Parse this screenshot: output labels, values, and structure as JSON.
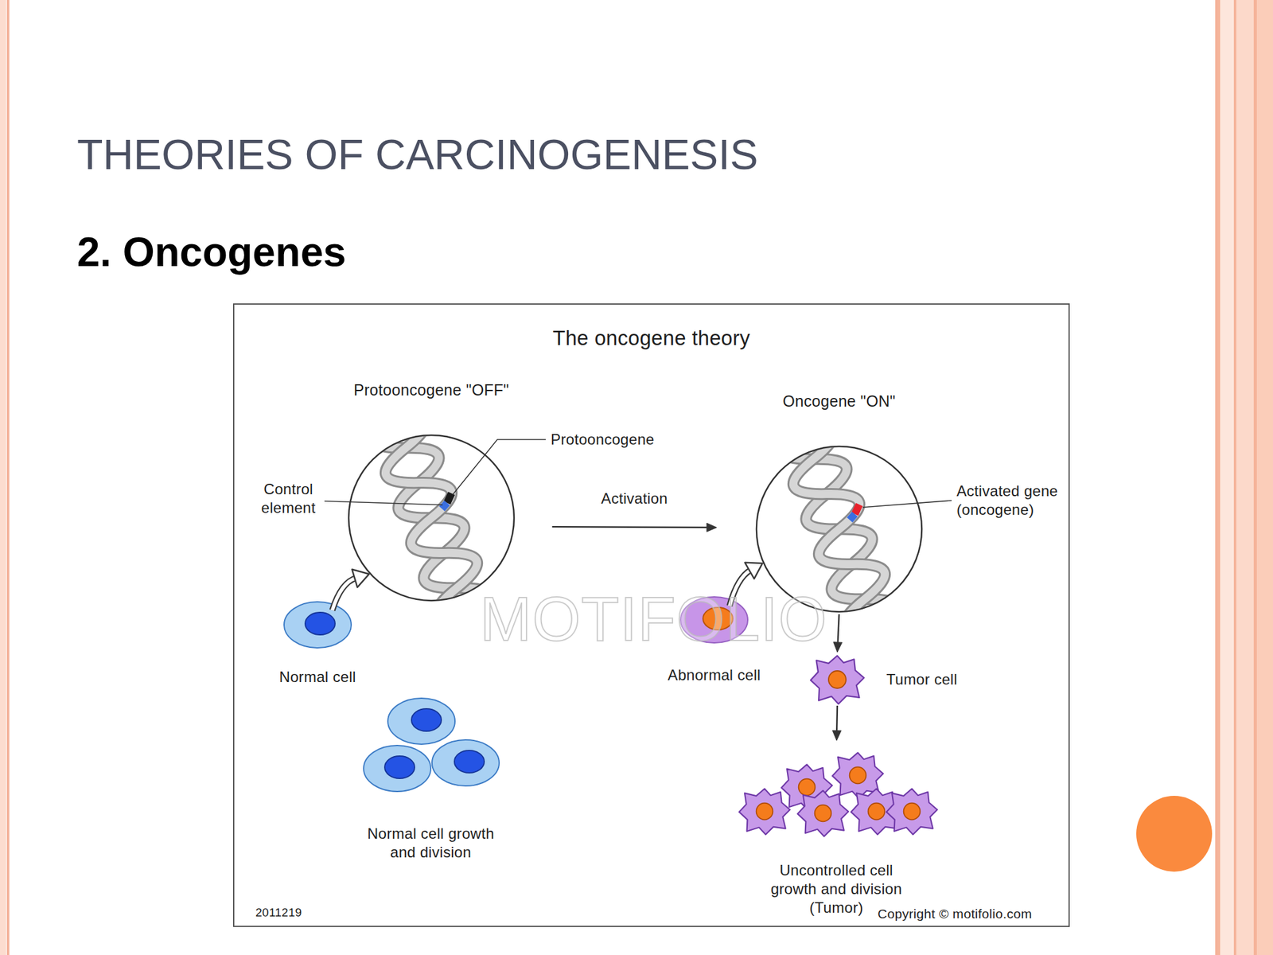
{
  "diagram": {
    "title": "THEORIES OF CARCINOGENESIS",
    "nodes": [
      {
        "text": [
          "The oncogene theory"
        ]
      },
      {
        "text": [
          "Protooncogene \"OFF\""
        ],
        "in": 0
      },
      {
        "text": [
          "Oncogene \"ON\""
        ],
        "in": 0
      },
      {
        "text": [
          "Normal cell"
        ],
        "in": 0
      },
      {
        "text": [
          "Normal cell growth and division"
        ],
        "in": 0
      },
      {
        "text": [
          "Abnormal cell"
        ],
        "in": 0
      },
      {
        "text": [
          "Tumor cell"
        ],
        "in": 0
      },
      {
        "text": [
          "Uncontrolled cell growth and division (Tumor)"
        ],
        "in": 0
      }
    ],
    "edges": [
      {
        "from": 3,
        "to": 1,
        "arrow": "to"
      },
      {
        "from": 1,
        "to": 2,
        "label": "Activation",
        "arrow": "to"
      },
      {
        "from": 5,
        "to": 2,
        "arrow": "to"
      },
      {
        "from": 2,
        "to": 6,
        "arrow": "to"
      },
      {
        "from": 6,
        "to": 7,
        "arrow": "to"
      }
    ],
    "labels": [
      "2. Oncogenes",
      "Protooncogene",
      "Control element",
      "Activated gene (oncogene)",
      "MOTIFOLIO",
      "2011219",
      "Copyright © motifolio.com"
    ]
  }
}
